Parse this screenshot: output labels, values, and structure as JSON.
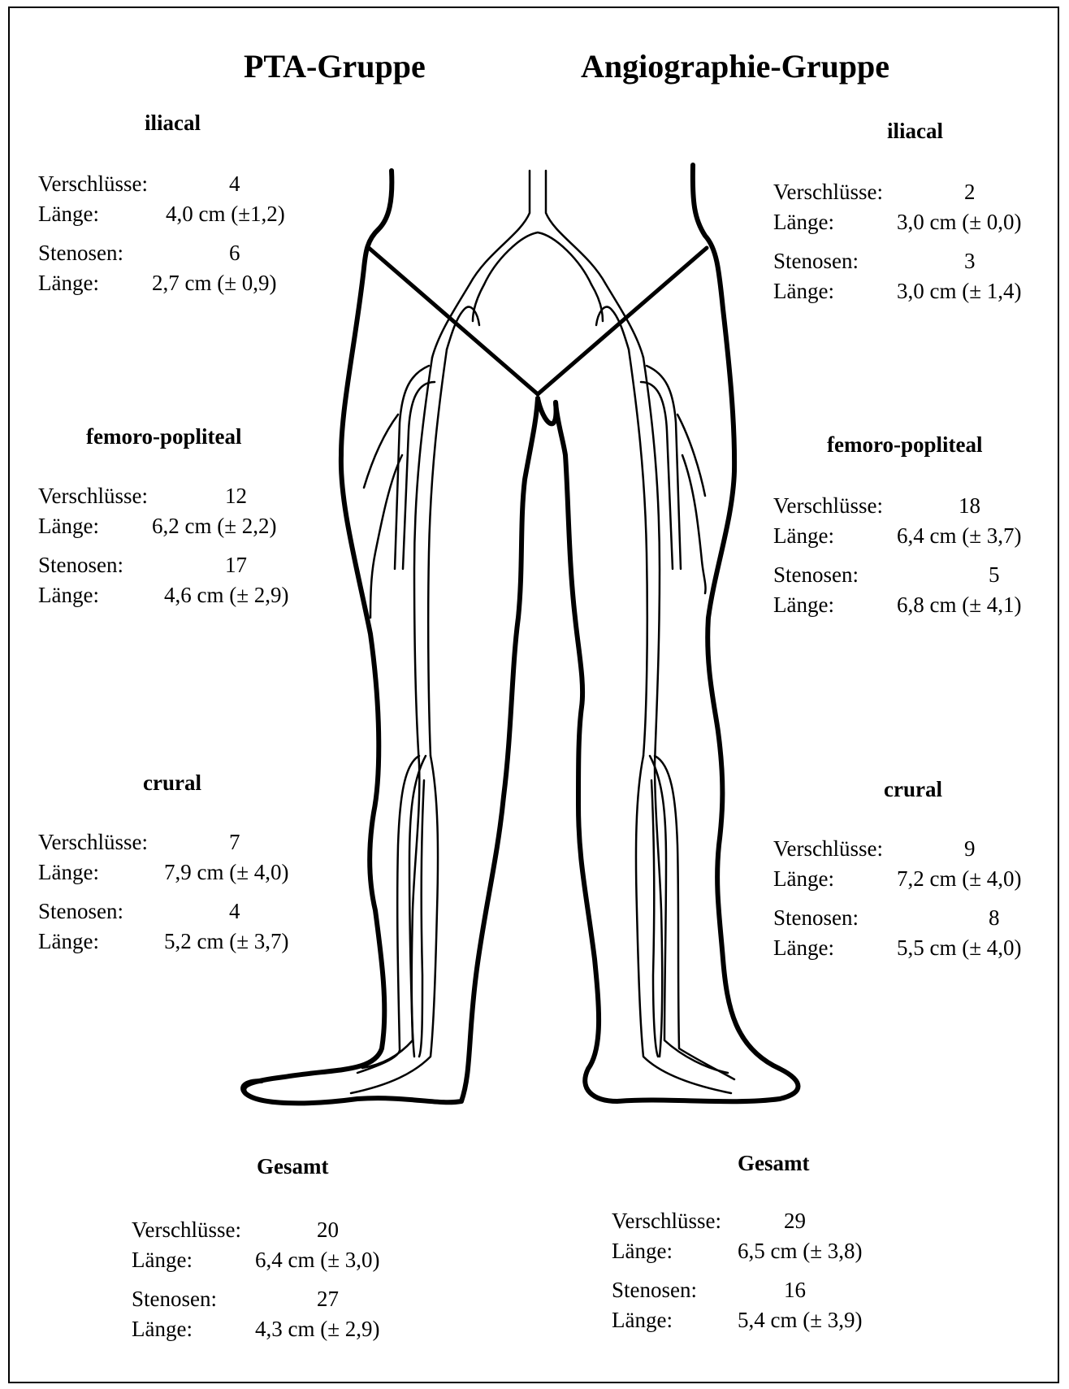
{
  "groups": {
    "left_title": "PTA-Gruppe",
    "right_title": "Angiographie-Gruppe"
  },
  "pta": {
    "iliacal": {
      "title": "iliacal",
      "verschluesse_label": "Verschlüsse:",
      "verschluesse_count": "4",
      "verschluesse_laenge_label": "Länge:",
      "verschluesse_laenge": "4,0 cm (±1,2)",
      "stenosen_label": "Stenosen:",
      "stenosen_count": "6",
      "stenosen_laenge_label": "Länge:",
      "stenosen_laenge": "2,7 cm (± 0,9)"
    },
    "femoro": {
      "title": "femoro-popliteal",
      "verschluesse_label": "Verschlüsse:",
      "verschluesse_count": "12",
      "verschluesse_laenge_label": "Länge:",
      "verschluesse_laenge": "6,2 cm (± 2,2)",
      "stenosen_label": "Stenosen:",
      "stenosen_count": "17",
      "stenosen_laenge_label": "Länge:",
      "stenosen_laenge": "4,6 cm (± 2,9)"
    },
    "crural": {
      "title": "crural",
      "verschluesse_label": "Verschlüsse:",
      "verschluesse_count": "7",
      "verschluesse_laenge_label": "Länge:",
      "verschluesse_laenge": "7,9 cm (± 4,0)",
      "stenosen_label": "Stenosen:",
      "stenosen_count": "4",
      "stenosen_laenge_label": "Länge:",
      "stenosen_laenge": "5,2 cm (± 3,7)"
    },
    "gesamt": {
      "title": "Gesamt",
      "verschluesse_label": "Verschlüsse:",
      "verschluesse_count": "20",
      "verschluesse_laenge_label": "Länge:",
      "verschluesse_laenge": "6,4 cm (± 3,0)",
      "stenosen_label": "Stenosen:",
      "stenosen_count": "27",
      "stenosen_laenge_label": "Länge:",
      "stenosen_laenge": "4,3 cm (± 2,9)"
    }
  },
  "angio": {
    "iliacal": {
      "title": "iliacal",
      "verschluesse_label": "Verschlüsse:",
      "verschluesse_count": "2",
      "verschluesse_laenge_label": "Länge:",
      "verschluesse_laenge": "3,0 cm (± 0,0)",
      "stenosen_label": "Stenosen:",
      "stenosen_count": "3",
      "stenosen_laenge_label": "Länge:",
      "stenosen_laenge": "3,0 cm (± 1,4)"
    },
    "femoro": {
      "title": "femoro-popliteal",
      "verschluesse_label": "Verschlüsse:",
      "verschluesse_count": "18",
      "verschluesse_laenge_label": "Länge:",
      "verschluesse_laenge": "6,4 cm (± 3,7)",
      "stenosen_label": "Stenosen:",
      "stenosen_count": "5",
      "stenosen_laenge_label": "Länge:",
      "stenosen_laenge": "6,8 cm (± 4,1)"
    },
    "crural": {
      "title": "crural",
      "verschluesse_label": "Verschlüsse:",
      "verschluesse_count": "9",
      "verschluesse_laenge_label": "Länge:",
      "verschluesse_laenge": "7,2 cm (± 4,0)",
      "stenosen_label": "Stenosen:",
      "stenosen_count": "8",
      "stenosen_laenge_label": "Länge:",
      "stenosen_laenge": "5,5 cm (± 4,0)"
    },
    "gesamt": {
      "title": "Gesamt",
      "verschluesse_label": "Verschlüsse:",
      "verschluesse_count": "29",
      "verschluesse_laenge_label": "Länge:",
      "verschluesse_laenge": "6,5 cm (± 3,8)",
      "stenosen_label": "Stenosen:",
      "stenosen_count": "16",
      "stenosen_laenge_label": "Länge:",
      "stenosen_laenge": "5,4 cm (± 3,9)"
    }
  }
}
